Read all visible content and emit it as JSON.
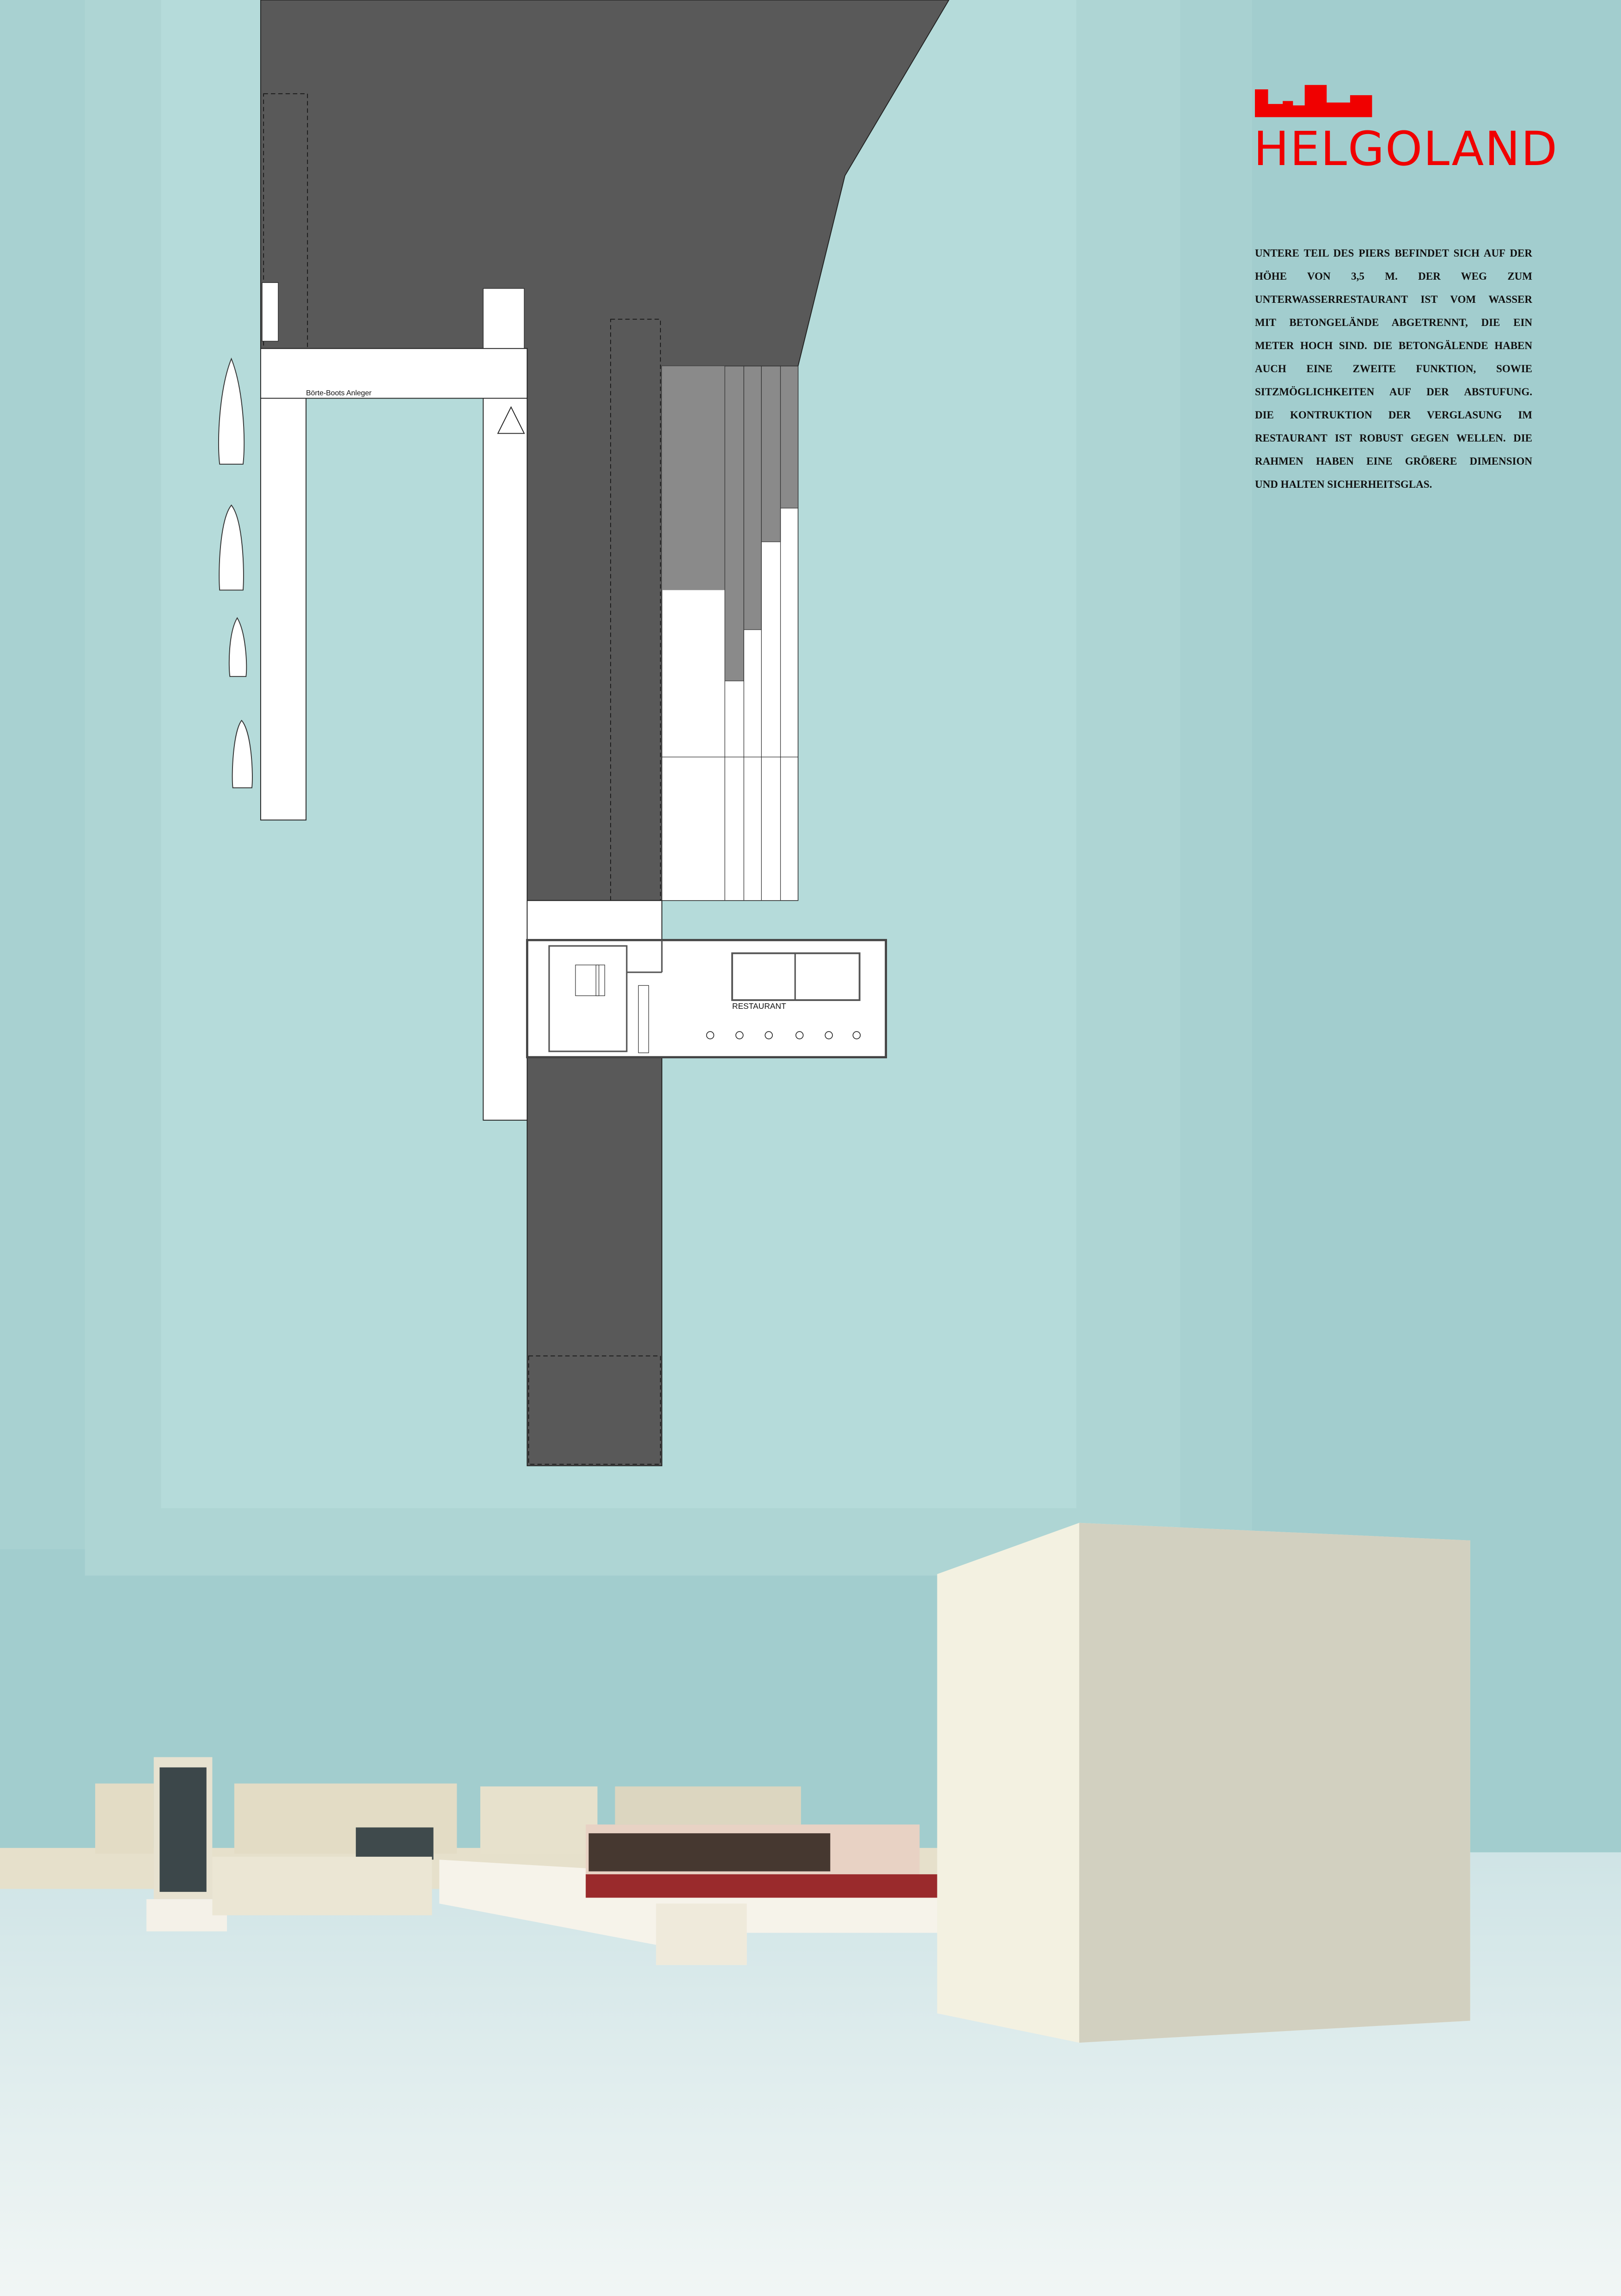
{
  "logo": {
    "title": "HELGOLAND",
    "color": "#f00000"
  },
  "description": {
    "lines": [
      "UNTERE TEIL DES PIERS BEFINDET SICH AUF DER",
      "HÖHE VON 3,5 M. DER WEG ZUM",
      "UNTERWASSERRESTAURANT IST VOM WASSER",
      "MIT BETONGELÄNDE ABGETRENNT, DIE EIN",
      "METER HOCH SIND. DIE BETONGÄLENDE HABEN",
      "AUCH EINE ZWEITE FUNKTION, SOWIE",
      "SITZMÖGLICHKEITEN AUF DER ABSTUFUNG.",
      "DIE KONTRUKTION DER VERGLASUNG IM",
      "RESTAURANT IST ROBUST GEGEN WELLEN. DIE",
      "RAHMEN HABEN EINE GRÖßERE DIMENSION",
      "UND HALTEN SICHERHEITSGLAS."
    ]
  },
  "plan": {
    "dock_label": "Börte-Boots Anleger",
    "restaurant_label": "RESTAURANT"
  },
  "colors": {
    "water": "#a2cdce",
    "pier": "#595959",
    "accent": "#f00000"
  }
}
